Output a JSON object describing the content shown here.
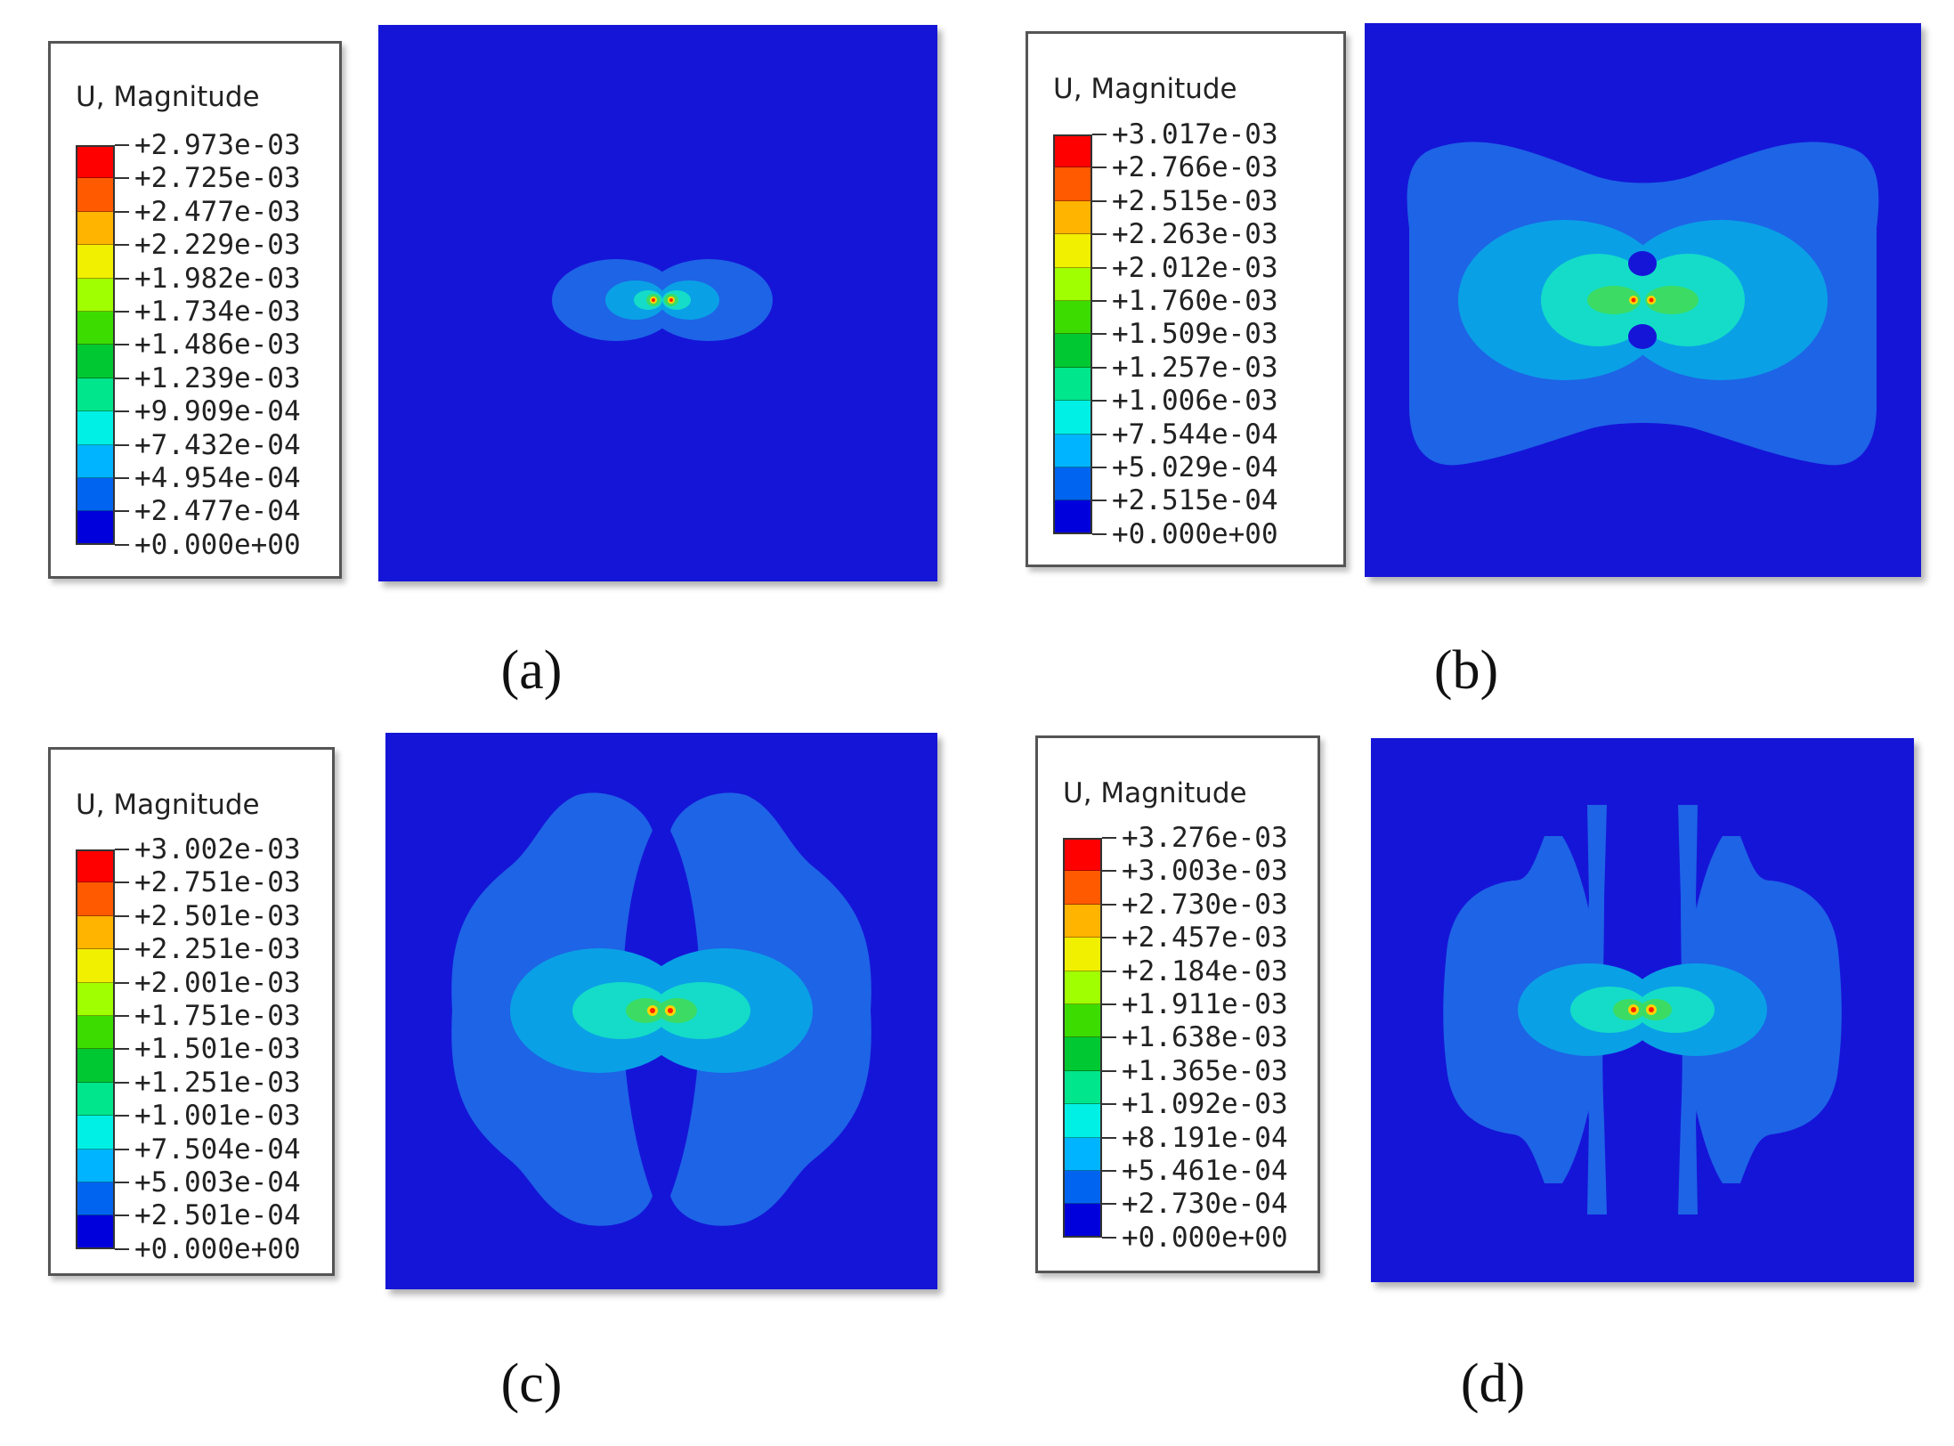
{
  "panels": [
    {
      "id": "a",
      "caption": "(a)",
      "legend": {
        "title": "U, Magnitude",
        "values": [
          "+2.973e-03",
          "+2.725e-03",
          "+2.477e-03",
          "+2.229e-03",
          "+1.982e-03",
          "+1.734e-03",
          "+1.486e-03",
          "+1.239e-03",
          "+9.909e-04",
          "+7.432e-04",
          "+4.954e-04",
          "+2.477e-04",
          "+0.000e+00"
        ]
      }
    },
    {
      "id": "b",
      "caption": "(b)",
      "legend": {
        "title": "U, Magnitude",
        "values": [
          "+3.017e-03",
          "+2.766e-03",
          "+2.515e-03",
          "+2.263e-03",
          "+2.012e-03",
          "+1.760e-03",
          "+1.509e-03",
          "+1.257e-03",
          "+1.006e-03",
          "+7.544e-04",
          "+5.029e-04",
          "+2.515e-04",
          "+0.000e+00"
        ]
      }
    },
    {
      "id": "c",
      "caption": "(c)",
      "legend": {
        "title": "U, Magnitude",
        "values": [
          "+3.002e-03",
          "+2.751e-03",
          "+2.501e-03",
          "+2.251e-03",
          "+2.001e-03",
          "+1.751e-03",
          "+1.501e-03",
          "+1.251e-03",
          "+1.001e-03",
          "+7.504e-04",
          "+5.003e-04",
          "+2.501e-04",
          "+0.000e+00"
        ]
      }
    },
    {
      "id": "d",
      "caption": "(d)",
      "legend": {
        "title": "U, Magnitude",
        "values": [
          "+3.276e-03",
          "+3.003e-03",
          "+2.730e-03",
          "+2.457e-03",
          "+2.184e-03",
          "+1.911e-03",
          "+1.638e-03",
          "+1.365e-03",
          "+1.092e-03",
          "+8.191e-04",
          "+5.461e-04",
          "+2.730e-04",
          "+0.000e+00"
        ]
      }
    }
  ],
  "colormap": [
    "#ff0000",
    "#ff5a00",
    "#ffb400",
    "#f0f000",
    "#a0ff00",
    "#3cdc00",
    "#00c832",
    "#00e68c",
    "#00f0e6",
    "#00b4ff",
    "#0064f0",
    "#0000dc"
  ],
  "colors": {
    "background_level": "#1515d8",
    "level_1": "#1e64e6",
    "level_2": "#0aa0e6",
    "level_3": "#14dcc8",
    "level_4": "#3cdc64",
    "level_5": "#ffd400",
    "level_6": "#ff2200"
  }
}
